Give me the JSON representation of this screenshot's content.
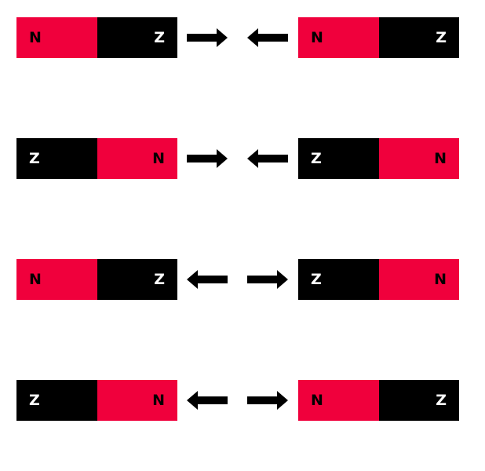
{
  "colors": {
    "north": "#f0003c",
    "south": "#000000",
    "north_text": "#000000",
    "south_text": "#ffffff",
    "arrow": "#000000"
  },
  "rows": [
    {
      "left_magnet": {
        "outer": "N",
        "inner": "Z"
      },
      "right_magnet": {
        "outer": "N",
        "inner": "Z"
      },
      "arrows": [
        "arrow-right-icon",
        "arrow-left-icon"
      ]
    },
    {
      "left_magnet": {
        "outer": "Z",
        "inner": "N"
      },
      "right_magnet": {
        "outer": "Z",
        "inner": "N"
      },
      "arrows": [
        "arrow-right-icon",
        "arrow-left-icon"
      ]
    },
    {
      "left_magnet": {
        "outer": "N",
        "inner": "Z"
      },
      "right_magnet": {
        "outer": "Z",
        "inner": "N"
      },
      "arrows": [
        "arrow-left-icon",
        "arrow-right-icon"
      ]
    },
    {
      "left_magnet": {
        "outer": "Z",
        "inner": "N"
      },
      "right_magnet": {
        "outer": "N",
        "inner": "Z"
      },
      "arrows": [
        "arrow-left-icon",
        "arrow-right-icon"
      ]
    }
  ]
}
